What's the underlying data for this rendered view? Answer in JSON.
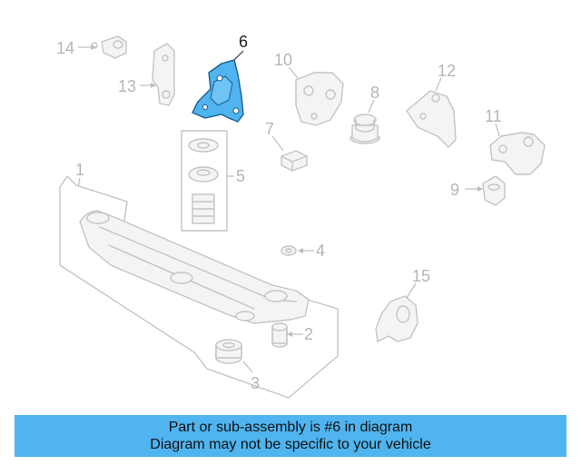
{
  "diagram": {
    "highlight_color": "#4fb4ef",
    "callouts": {
      "c1": "1",
      "c2": "2",
      "c3": "3",
      "c4": "4",
      "c5": "5",
      "c6": "6",
      "c7": "7",
      "c8": "8",
      "c9": "9",
      "c10": "10",
      "c11": "11",
      "c12": "12",
      "c13": "13",
      "c14": "14",
      "c15": "15"
    },
    "highlighted_part": "6"
  },
  "banner": {
    "line1": "Part or sub-assembly is #6 in diagram",
    "line2": "Diagram may not be specific to your vehicle",
    "background": "#4fb4ef"
  }
}
